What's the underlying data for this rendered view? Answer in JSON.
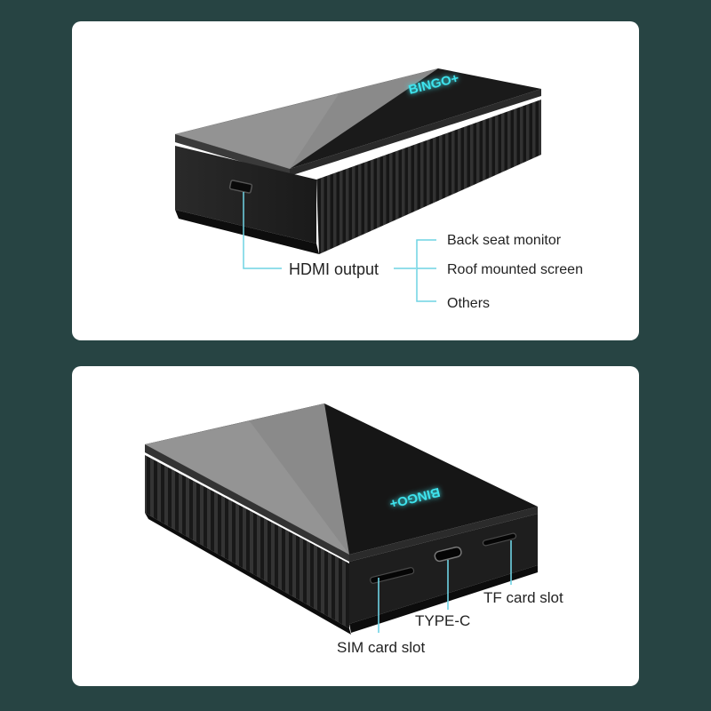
{
  "top": {
    "logo_text": "BINGO+",
    "hdmi_label": "HDMI output",
    "targets": [
      "Back seat monitor",
      "Roof mounted screen",
      "Others"
    ]
  },
  "bottom": {
    "logo_text": "BINGO+",
    "sim_label": "SIM card slot",
    "typec_label": "TYPE-C",
    "tf_label": "TF card slot"
  },
  "colors": {
    "background": "#274443",
    "panel": "#ffffff",
    "callout_line": "#6fd3e4",
    "logo_glow": "#3fe6f0"
  }
}
